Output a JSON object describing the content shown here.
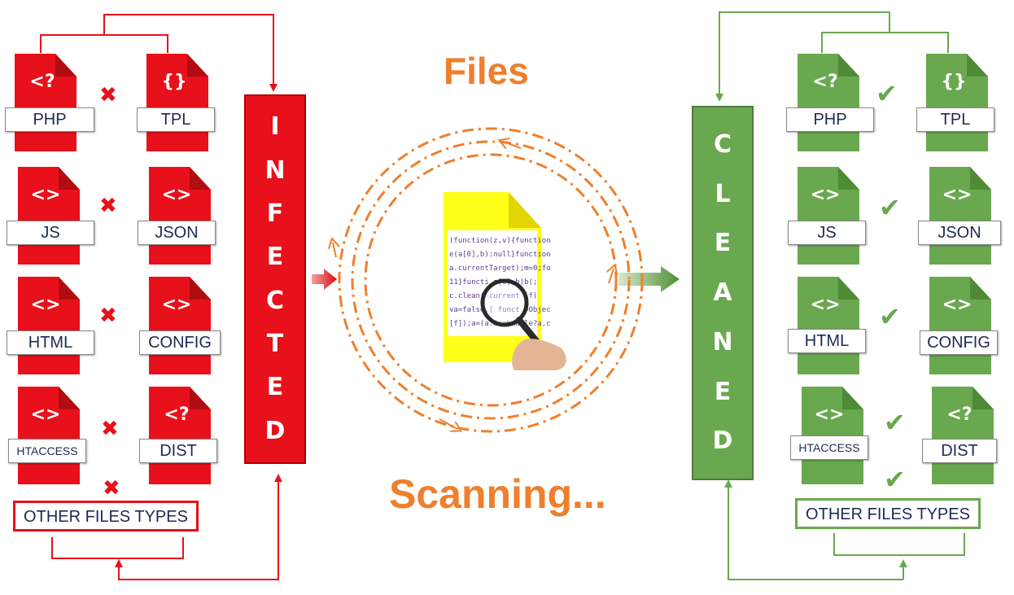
{
  "title_top": "Files",
  "title_bottom": "Scanning...",
  "infected": {
    "label": "INFECTED",
    "letters": [
      "I",
      "N",
      "F",
      "E",
      "C",
      "T",
      "E",
      "D"
    ],
    "color": "#e8101a",
    "files": [
      {
        "glyph": "<?",
        "label": "PHP"
      },
      {
        "glyph": "{}",
        "label": "TPL"
      },
      {
        "glyph": "<>",
        "label": "JS"
      },
      {
        "glyph": "<>",
        "label": "JSON"
      },
      {
        "glyph": "<>",
        "label": "HTML"
      },
      {
        "glyph": "<>",
        "label": "CONFIG"
      },
      {
        "glyph": "<>",
        "label": "HTACCESS"
      },
      {
        "glyph": "<?",
        "label": "DIST"
      }
    ],
    "other": "OTHER FILES TYPES",
    "mark_icon": "x-mark-icon",
    "mark_glyph": "✖"
  },
  "cleaned": {
    "label": "CLEANED",
    "letters": [
      "C",
      "L",
      "E",
      "A",
      "N",
      "E",
      "D"
    ],
    "color": "#6aa84f",
    "files": [
      {
        "glyph": "<?",
        "label": "PHP"
      },
      {
        "glyph": "{}",
        "label": "TPL"
      },
      {
        "glyph": "<>",
        "label": "JS"
      },
      {
        "glyph": "<>",
        "label": "JSON"
      },
      {
        "glyph": "<>",
        "label": "HTML"
      },
      {
        "glyph": "<>",
        "label": "CONFIG"
      },
      {
        "glyph": "<>",
        "label": "HTACCESS"
      },
      {
        "glyph": "<?",
        "label": "DIST"
      }
    ],
    "other": "OTHER FILES TYPES",
    "mark_icon": "check-mark-icon",
    "mark_glyph": "✔"
  },
  "scan_doc": {
    "code_lines": [
      "(function(z,v){function",
      "e(a[0],b):null}function",
      "a.currentTarget);m=0;fo",
      "11}functi a[0],b)b(;",
      "c.clean(  current  if(",
      "va=false,( funct =Objec",
      "[f]);a=(a.Cachmable?a.c"
    ],
    "icon": "magnifying-glass-icon"
  }
}
